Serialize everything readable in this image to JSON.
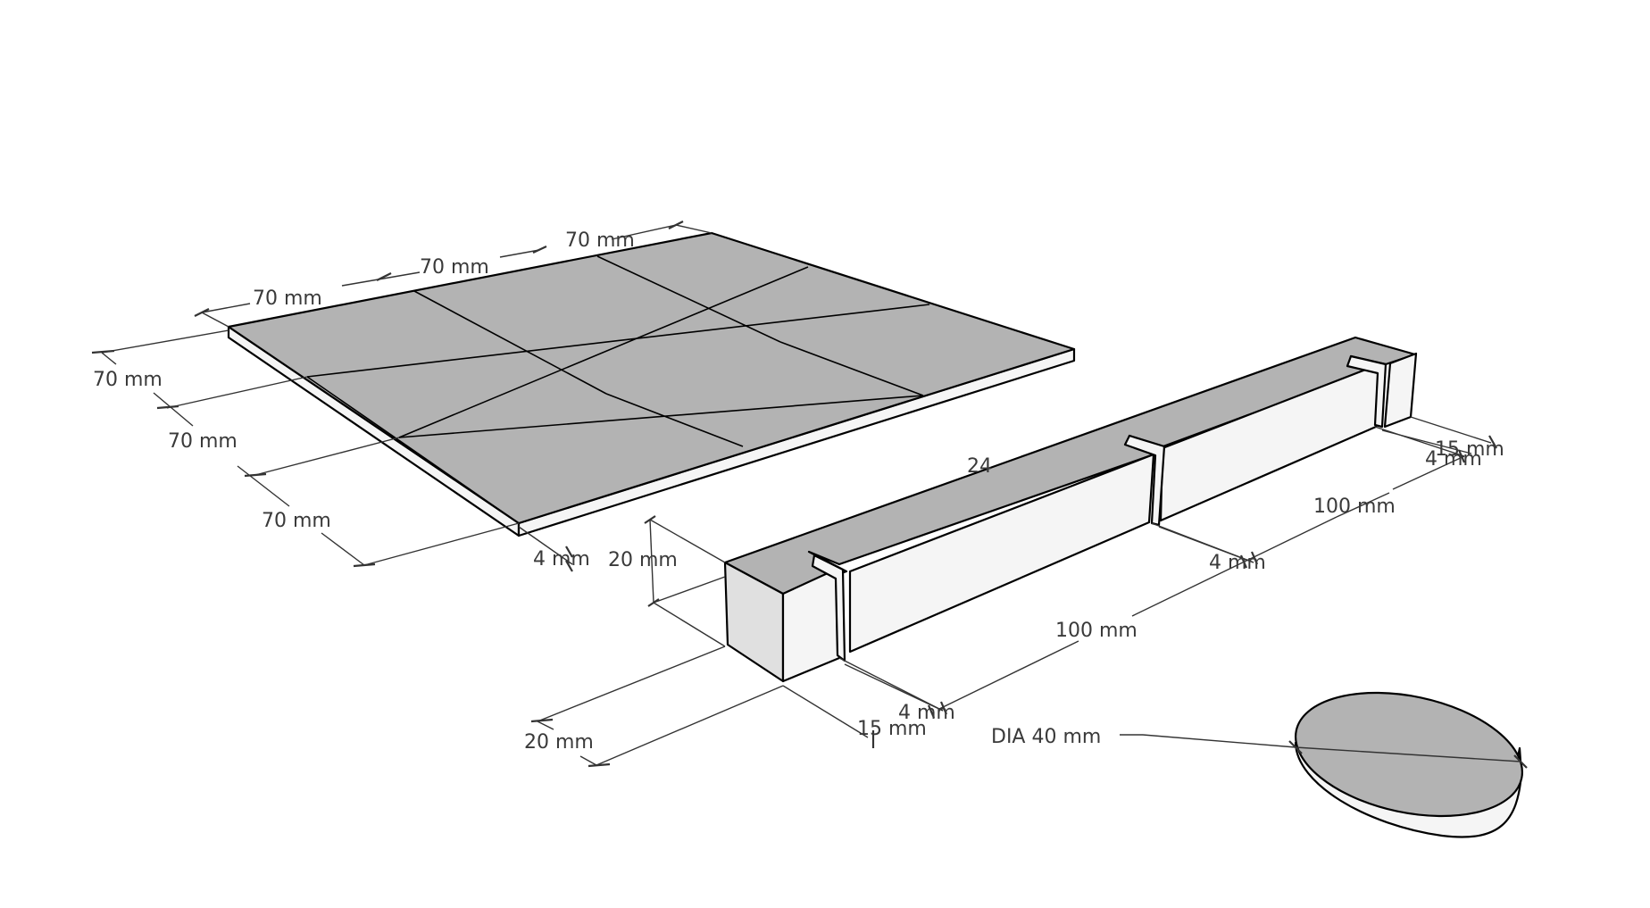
{
  "board": {
    "top_dims": [
      "70 mm",
      "70 mm",
      "70 mm"
    ],
    "side_dims": [
      "70 mm",
      "70 mm",
      "70 mm"
    ],
    "thickness": "4 mm"
  },
  "beam": {
    "height": "20 mm",
    "width": "20 mm",
    "slot_depth_front": "15 mm",
    "slot_depth_back": "15 mm",
    "slot_width_front": "4 mm",
    "slot_width_mid": "4 mm",
    "slot_width_back": "4 mm",
    "segment_front": "100 mm",
    "segment_back": "100 mm",
    "hidden_partial": "24"
  },
  "disc": {
    "diameter": "DIA 40 mm"
  }
}
